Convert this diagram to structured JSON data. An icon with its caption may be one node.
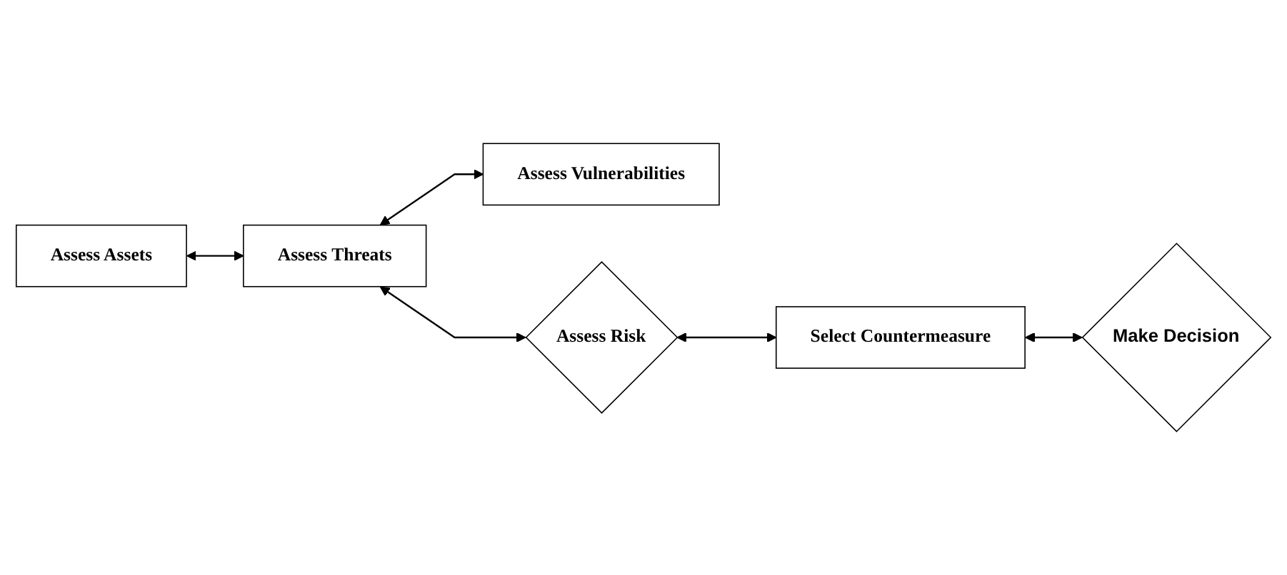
{
  "diagram": {
    "nodes": [
      {
        "text": [
          "Assess Assets"
        ]
      },
      {
        "text": [
          "Assess Threats"
        ]
      },
      {
        "text": [
          "Assess Vulnerabilities"
        ]
      },
      {
        "text": [
          "Assess Risk"
        ]
      },
      {
        "text": [
          "Select Countermeasure"
        ]
      },
      {
        "text": [
          "Make Decision"
        ]
      }
    ],
    "edges": [
      {
        "from": 0,
        "to": 1,
        "arrow": "both"
      },
      {
        "from": 1,
        "to": 2,
        "arrow": "both"
      },
      {
        "from": 1,
        "to": 3,
        "arrow": "both"
      },
      {
        "from": 3,
        "to": 4,
        "arrow": "both"
      },
      {
        "from": 4,
        "to": 5,
        "arrow": "both"
      }
    ]
  }
}
